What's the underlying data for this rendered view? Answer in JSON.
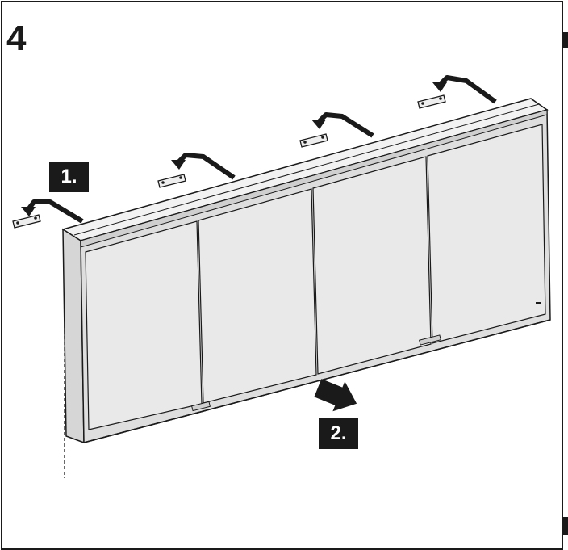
{
  "step": {
    "number": "4"
  },
  "labels": {
    "first": "1.",
    "second": "2."
  },
  "colors": {
    "line": "#1a1a1a",
    "panel": "#e9e9e9",
    "frame": "#d6d6d6",
    "background": "#ffffff"
  }
}
